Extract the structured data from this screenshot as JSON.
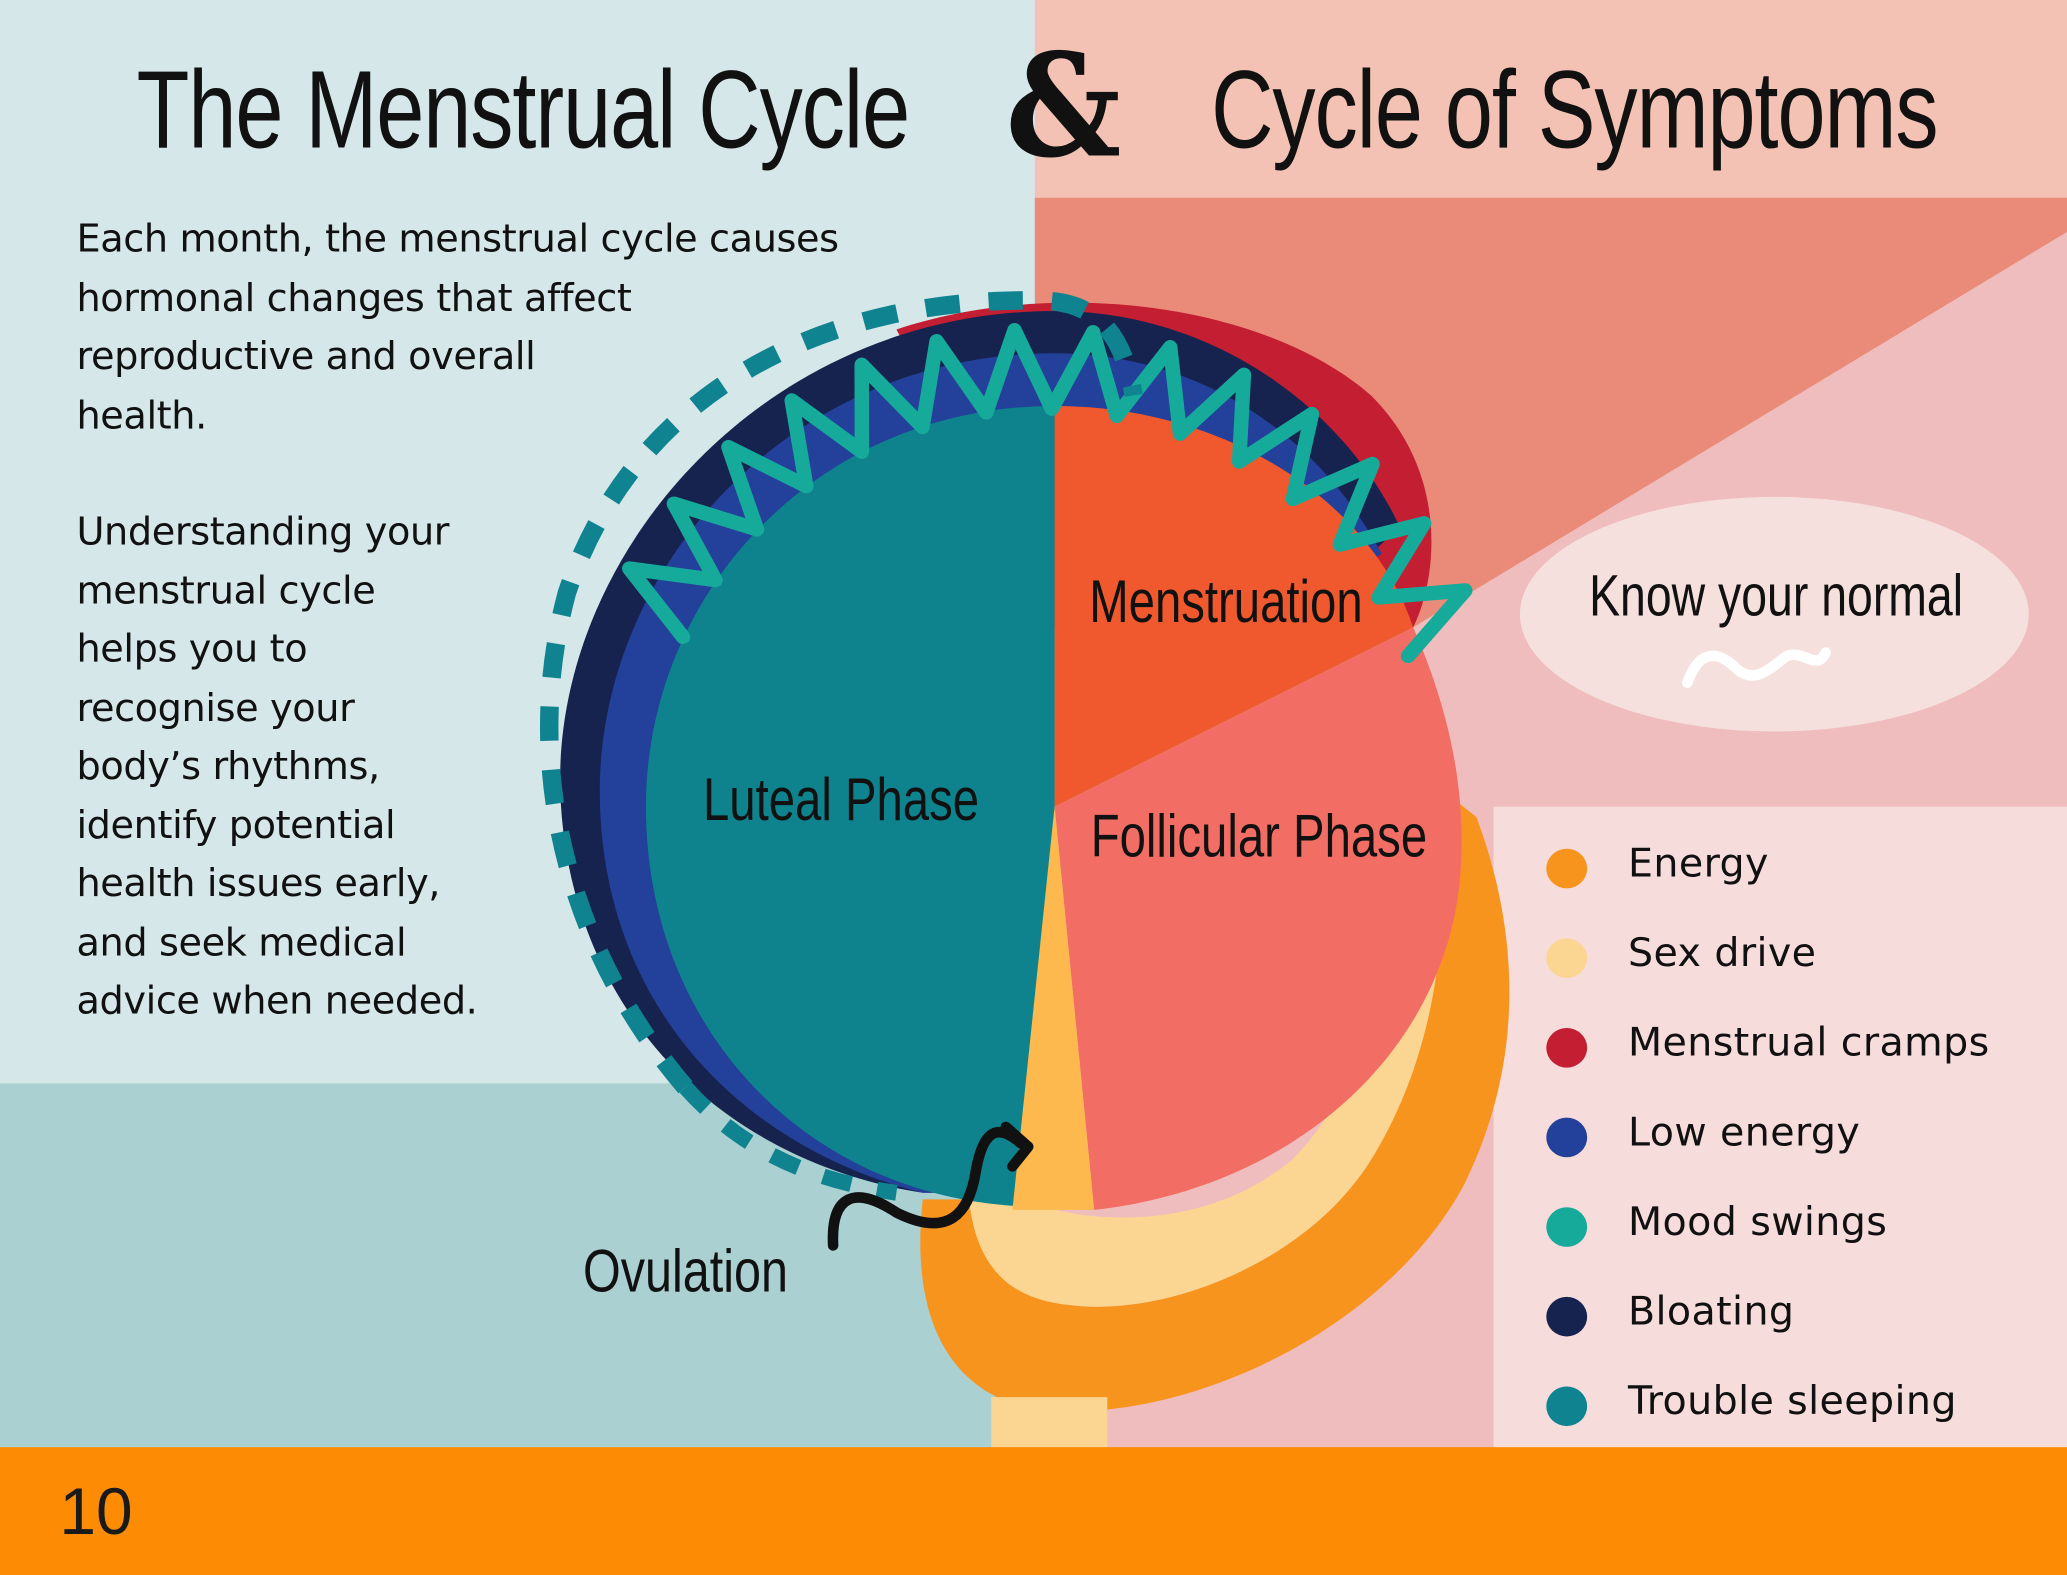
{
  "title": {
    "part1": "The Menstrual Cycle",
    "ampersand": "&",
    "part2": "Cycle of Symptoms"
  },
  "intro": {
    "paragraph1_lines": [
      "Each month, the menstrual cycle causes",
      "hormonal changes that affect",
      "reproductive and overall",
      "health."
    ],
    "paragraph2_lines": [
      "Understanding your",
      "menstrual cycle",
      "helps you to",
      "recognise your",
      "body’s rhythms,",
      "identify potential",
      "health issues early,",
      "and seek medical",
      "advice when needed."
    ]
  },
  "diagram": {
    "phases": [
      {
        "name": "Menstruation",
        "color": "#f0592d"
      },
      {
        "name": "Follicular Phase",
        "color": "#f26d64"
      },
      {
        "name": "Luteal Phase",
        "color": "#0e838d"
      }
    ],
    "ovulation_label": "Ovulation",
    "ovulation_icon": "squiggle-arrow-icon"
  },
  "callout": {
    "text": "Know your normal",
    "icon": "squiggle-underline-icon"
  },
  "legend": {
    "items": [
      {
        "label": "Energy",
        "color": "#f7941d"
      },
      {
        "label": "Sex drive",
        "color": "#fbd592"
      },
      {
        "label": "Menstrual cramps",
        "color": "#c41e32"
      },
      {
        "label": "Low energy",
        "color": "#23409a"
      },
      {
        "label": "Mood swings",
        "color": "#16aa9b"
      },
      {
        "label": "Bloating",
        "color": "#17234f"
      },
      {
        "label": "Trouble sleeping",
        "color": "#0f838f"
      }
    ]
  },
  "footer": {
    "page_number": "10"
  }
}
